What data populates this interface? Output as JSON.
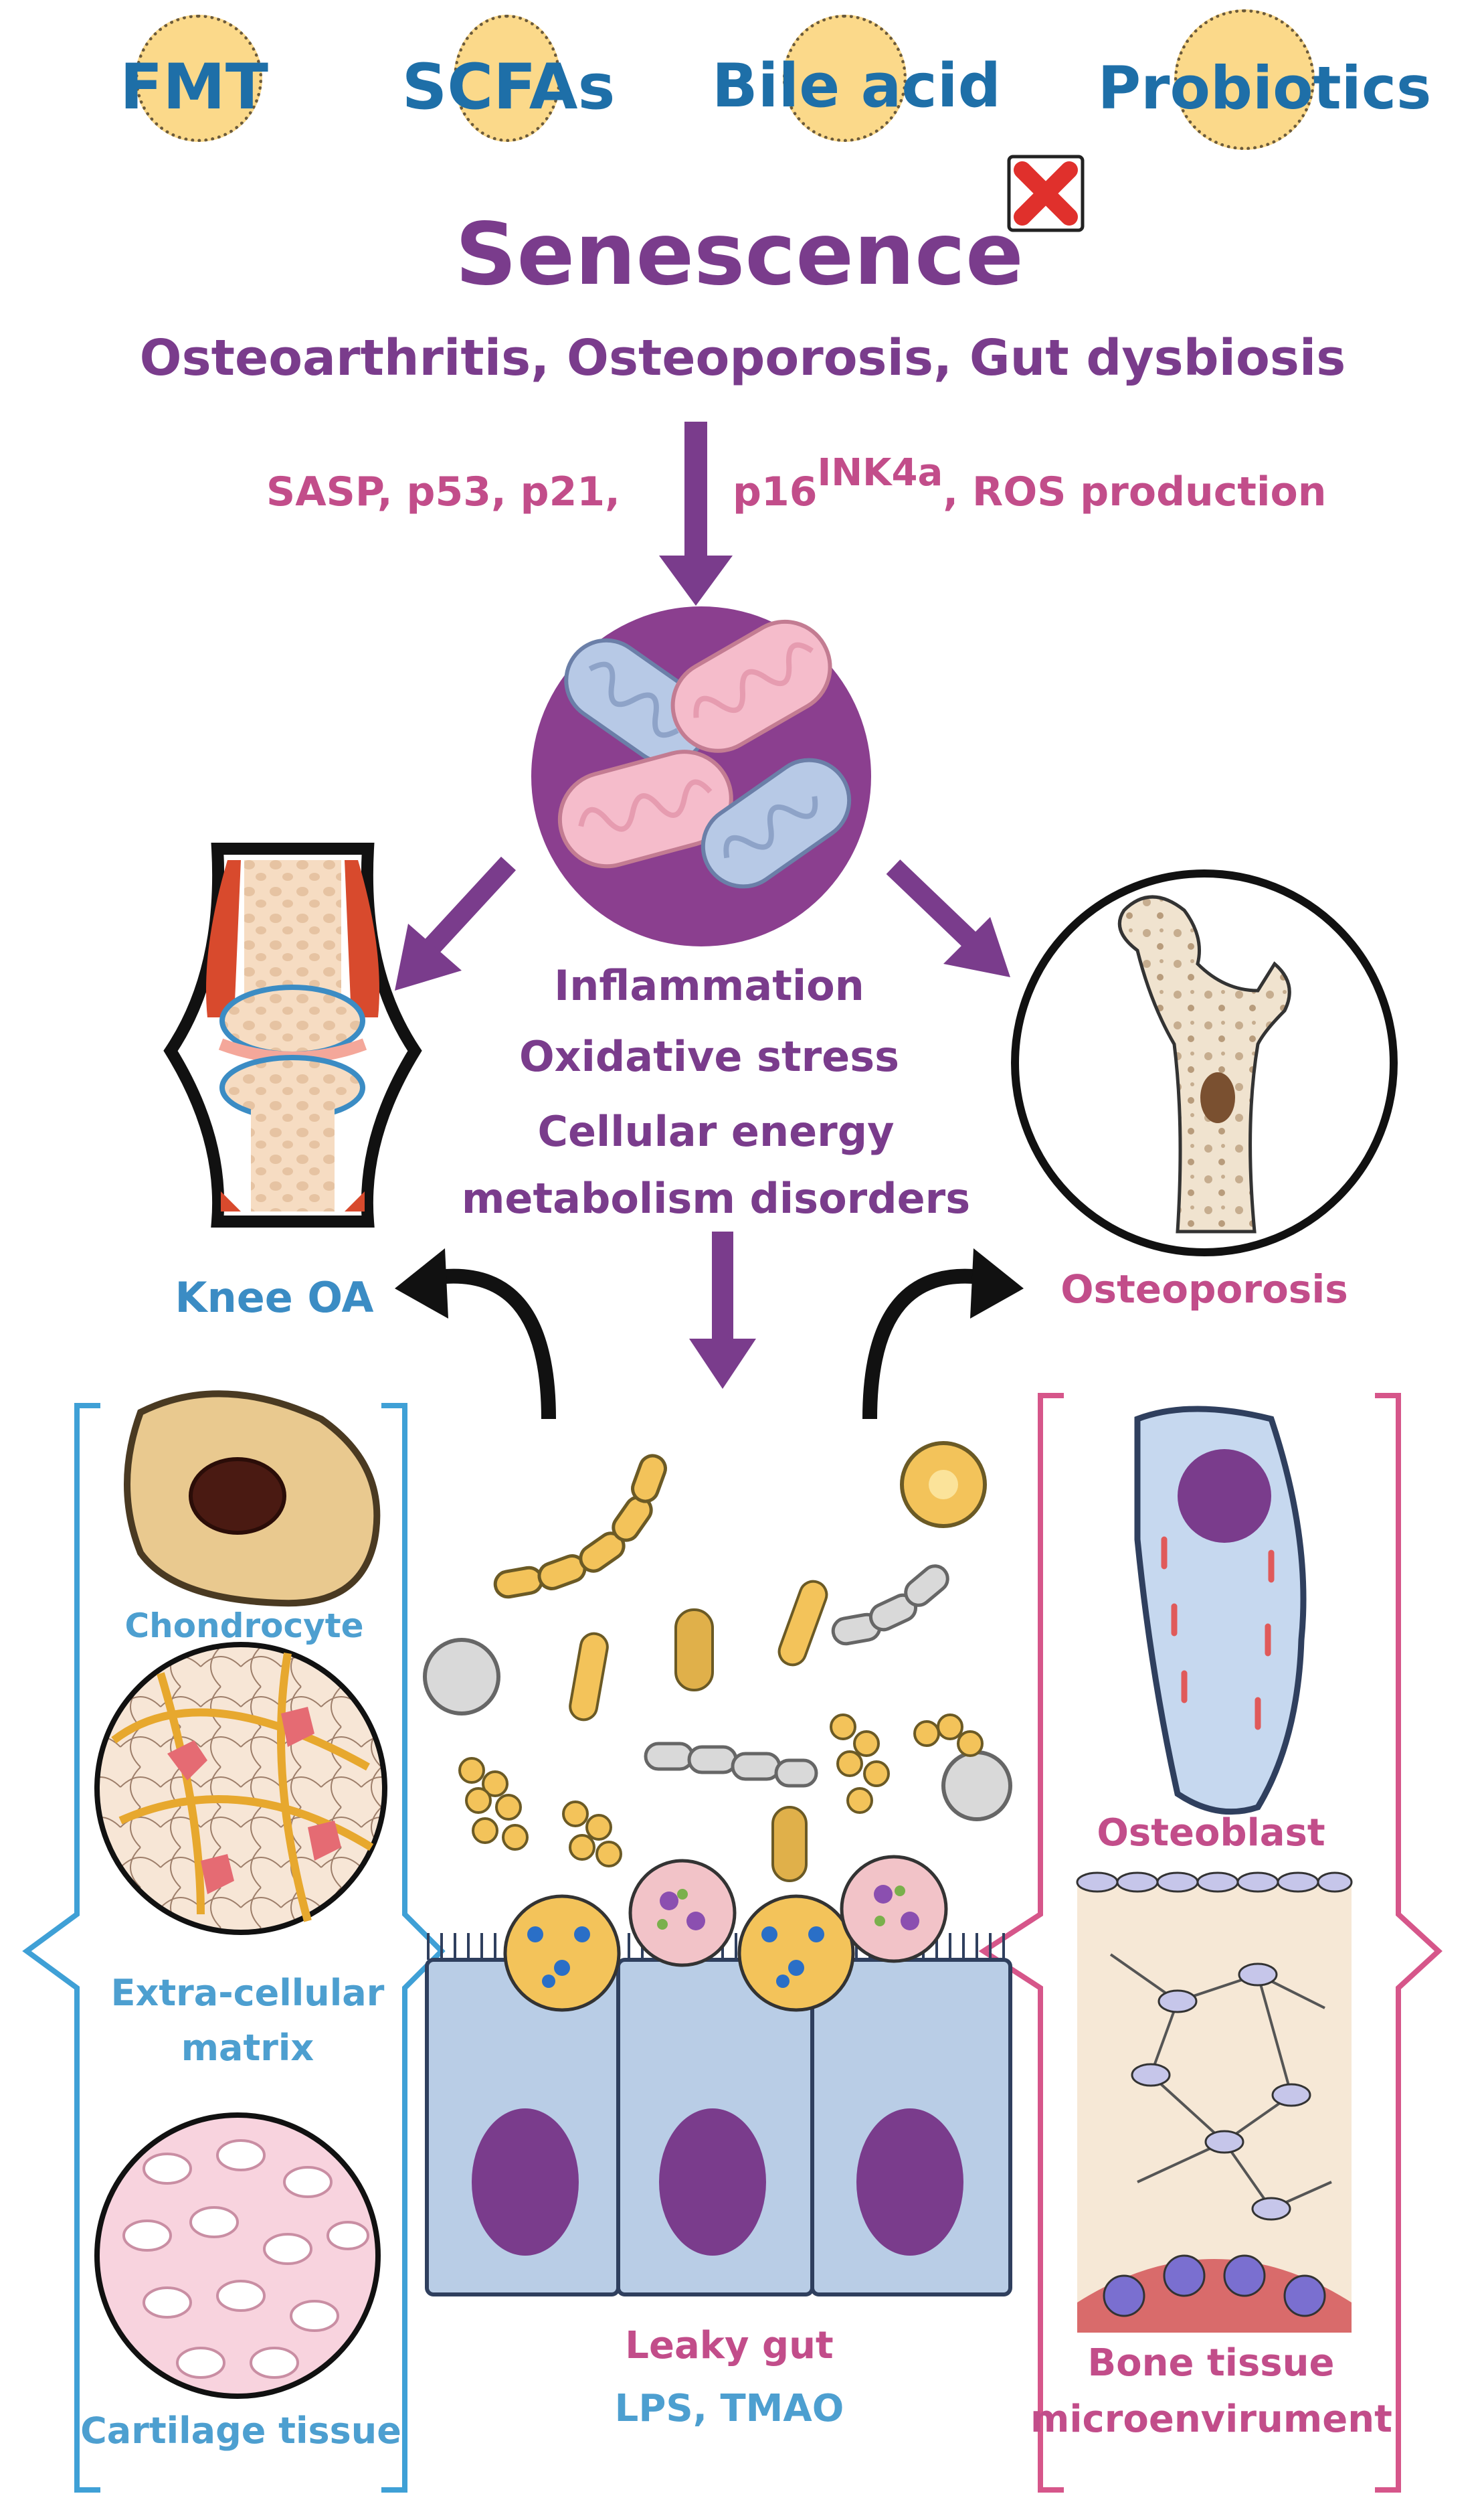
{
  "interventions": [
    "FMT",
    "SCFAs",
    "Bile acid",
    "Probiotics"
  ],
  "title": "Senescence",
  "subtitle": "Osteoarthritis, Osteoporosis, Gut dysbiosis",
  "markers": {
    "part1": "SASP,  p53,  p21,",
    "p16_base": "p16",
    "p16_sup": "INK4a",
    "part2": ",  ROS  production"
  },
  "mito_effects": [
    "Inflammation",
    "Oxidative stress",
    "Cellular energy",
    "metabolism disorders"
  ],
  "left_label": "Knee OA",
  "right_label": "Osteoporosis",
  "left_items": {
    "chondrocyte": "Chondrocyte",
    "ecm_line1": "Extra-cellular",
    "ecm_line2": "matrix",
    "cartilage": "Cartilage tissue"
  },
  "right_items": {
    "osteoblast": "Osteoblast",
    "bone_line1": "Bone tissue",
    "bone_line2": "microenvirument"
  },
  "gut": {
    "line1": "Leaky gut",
    "line2": "LPS, TMAO"
  },
  "colors": {
    "intervention_text": "#1e6fa8",
    "senescence": "#7a3c8c",
    "markers": "#c24d8a",
    "arrow": "#7a3c8c",
    "knee_bracket": "#3fa0d6",
    "bone_bracket": "#d6568a"
  },
  "icons": [
    "red-cross-icon",
    "mitochondria-icon",
    "knee-joint-icon",
    "femur-bone-icon",
    "bacteria-icon",
    "epithelium-icon"
  ]
}
